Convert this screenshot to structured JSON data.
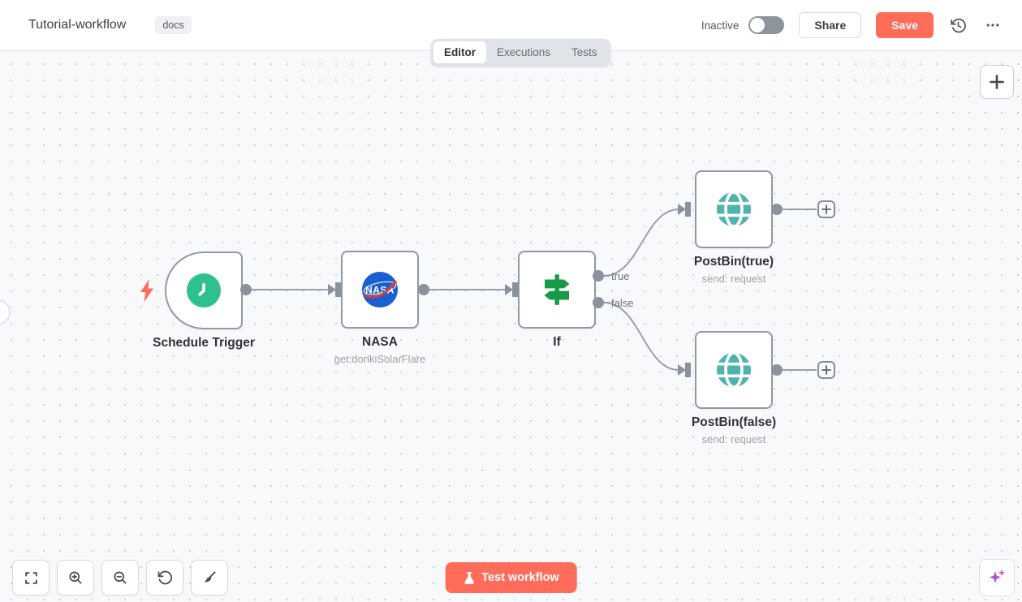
{
  "header": {
    "title": "Tutorial-workflow",
    "tag": "docs",
    "status": "Inactive",
    "share": "Share",
    "save": "Save"
  },
  "tabs": {
    "editor": "Editor",
    "executions": "Executions",
    "tests": "Tests"
  },
  "canvas": {
    "nodes": [
      {
        "name": "Schedule Trigger",
        "subtitle": ""
      },
      {
        "name": "NASA",
        "subtitle": "get:donkiSolarFlare"
      },
      {
        "name": "If",
        "subtitle": ""
      },
      {
        "name": "PostBin(true)",
        "subtitle": "send: request"
      },
      {
        "name": "PostBin(false)",
        "subtitle": "send: request"
      }
    ],
    "if_outputs": [
      "true",
      "false"
    ]
  },
  "controls": {
    "test_workflow": "Test workflow"
  },
  "icons": {
    "history": "restore-history-clock",
    "menu": "ellipsis",
    "add_node": "plus",
    "fit_view": "expand-corners",
    "zoom_in": "magnifier-plus",
    "zoom_out": "magnifier-minus",
    "reset_zoom": "rotate-ccw",
    "tidy_up": "broom",
    "test": "flask",
    "assistant": "sparkle-plus",
    "trigger": "lightning-bolt",
    "schedule_node": "clock",
    "nasa_node": "nasa-logo",
    "if_node": "signpost",
    "postbin_node": "globe"
  },
  "colors": {
    "accent": "#ff6d5a",
    "node_border": "#909aa4",
    "wire_gray": "#98a0aa",
    "schedule_green": "#2ec08d",
    "if_green": "#189a4a",
    "globe_teal": "#4fb5ac",
    "nasa_blue": "#1a5fd0",
    "nasa_red": "#e03c31",
    "canvas_bg": "#f8f9fb"
  }
}
